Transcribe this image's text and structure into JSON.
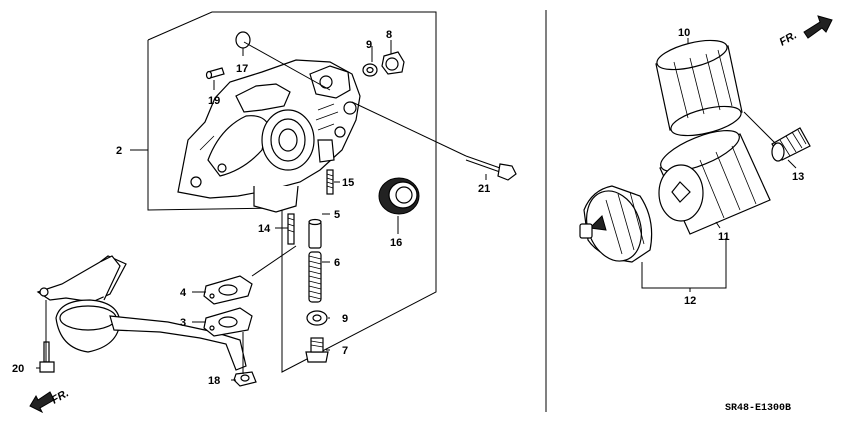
{
  "diagram": {
    "drawing_code": "SR48-E1300B",
    "direction_labels": {
      "top_right": "FR.",
      "bottom_left": "FR."
    },
    "callouts": [
      {
        "id": "c2",
        "text": "2"
      },
      {
        "id": "c17",
        "text": "17"
      },
      {
        "id": "c9a",
        "text": "9"
      },
      {
        "id": "c8",
        "text": "8"
      },
      {
        "id": "c19",
        "text": "19"
      },
      {
        "id": "c21",
        "text": "21"
      },
      {
        "id": "c15",
        "text": "15"
      },
      {
        "id": "c5",
        "text": "5"
      },
      {
        "id": "c14",
        "text": "14"
      },
      {
        "id": "c16",
        "text": "16"
      },
      {
        "id": "c6",
        "text": "6"
      },
      {
        "id": "c4",
        "text": "4"
      },
      {
        "id": "c3",
        "text": "3"
      },
      {
        "id": "c9b",
        "text": "9"
      },
      {
        "id": "c7",
        "text": "7"
      },
      {
        "id": "c20",
        "text": "20"
      },
      {
        "id": "c18",
        "text": "18"
      },
      {
        "id": "c10",
        "text": "10"
      },
      {
        "id": "c13",
        "text": "13"
      },
      {
        "id": "c11",
        "text": "11"
      },
      {
        "id": "c12",
        "text": "12"
      }
    ]
  }
}
